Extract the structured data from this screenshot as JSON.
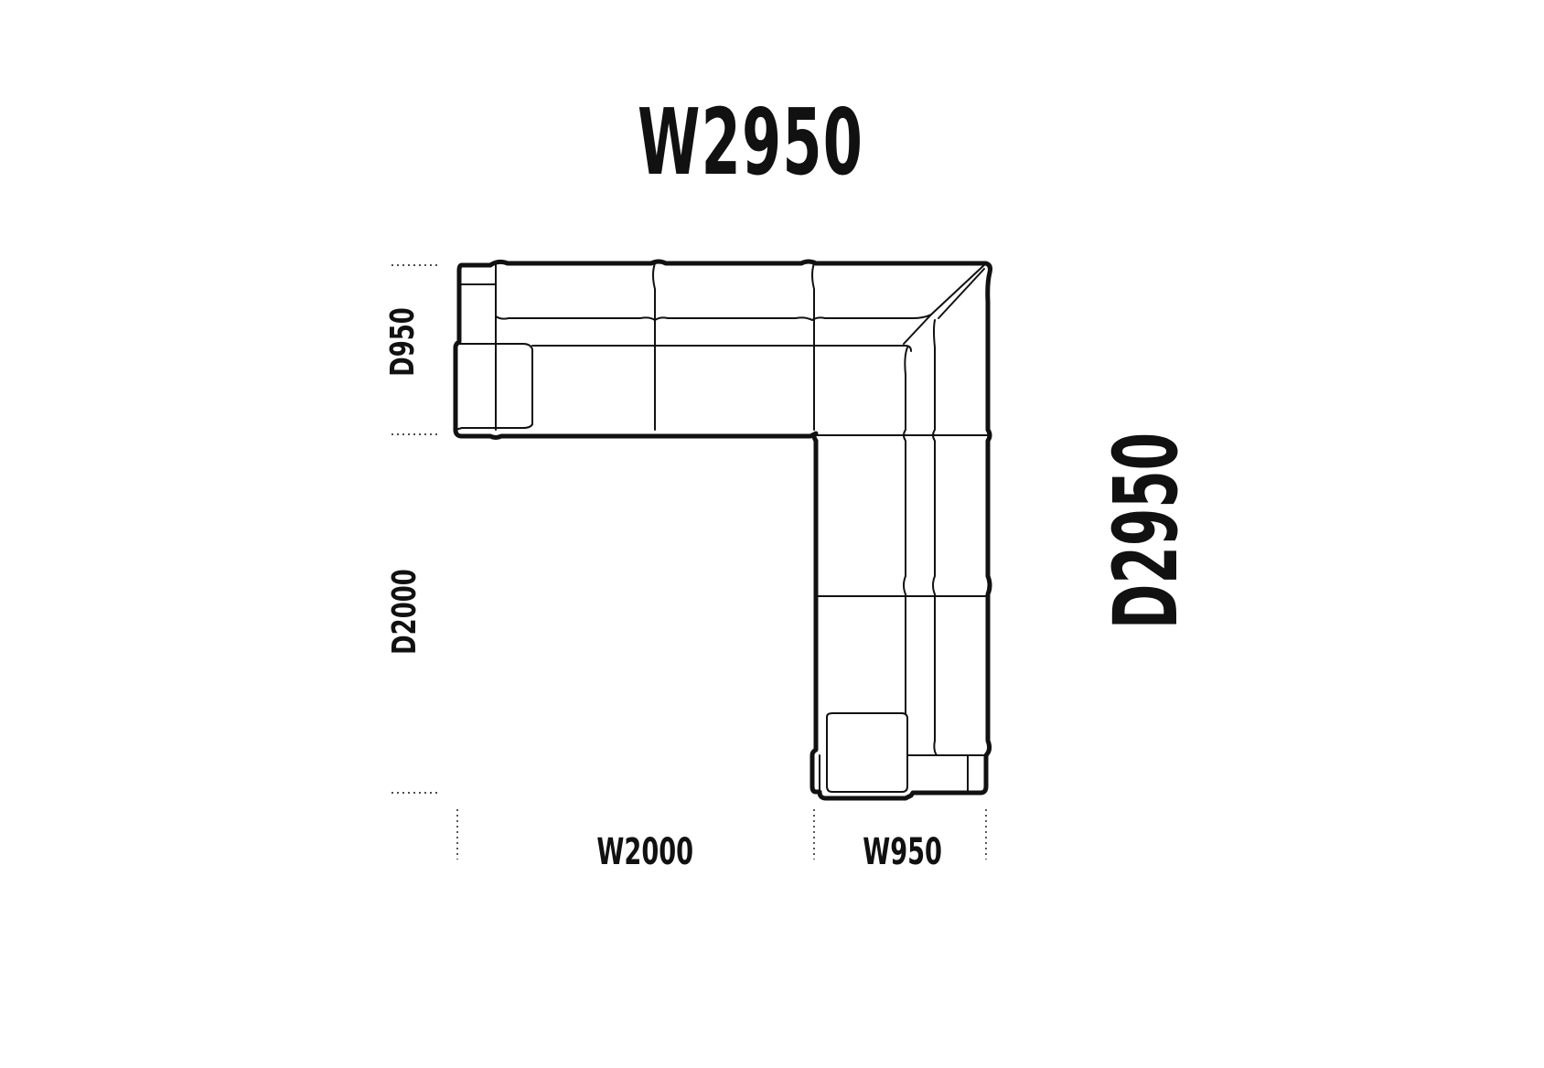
{
  "diagram": {
    "overall_width": "W2950",
    "overall_depth": "D2950",
    "seat_depth": "D950",
    "left_run_depth": "D2000",
    "left_run_width": "W2000",
    "right_section_width": "W950"
  },
  "colors": {
    "line": "#111111",
    "background": "#ffffff"
  }
}
